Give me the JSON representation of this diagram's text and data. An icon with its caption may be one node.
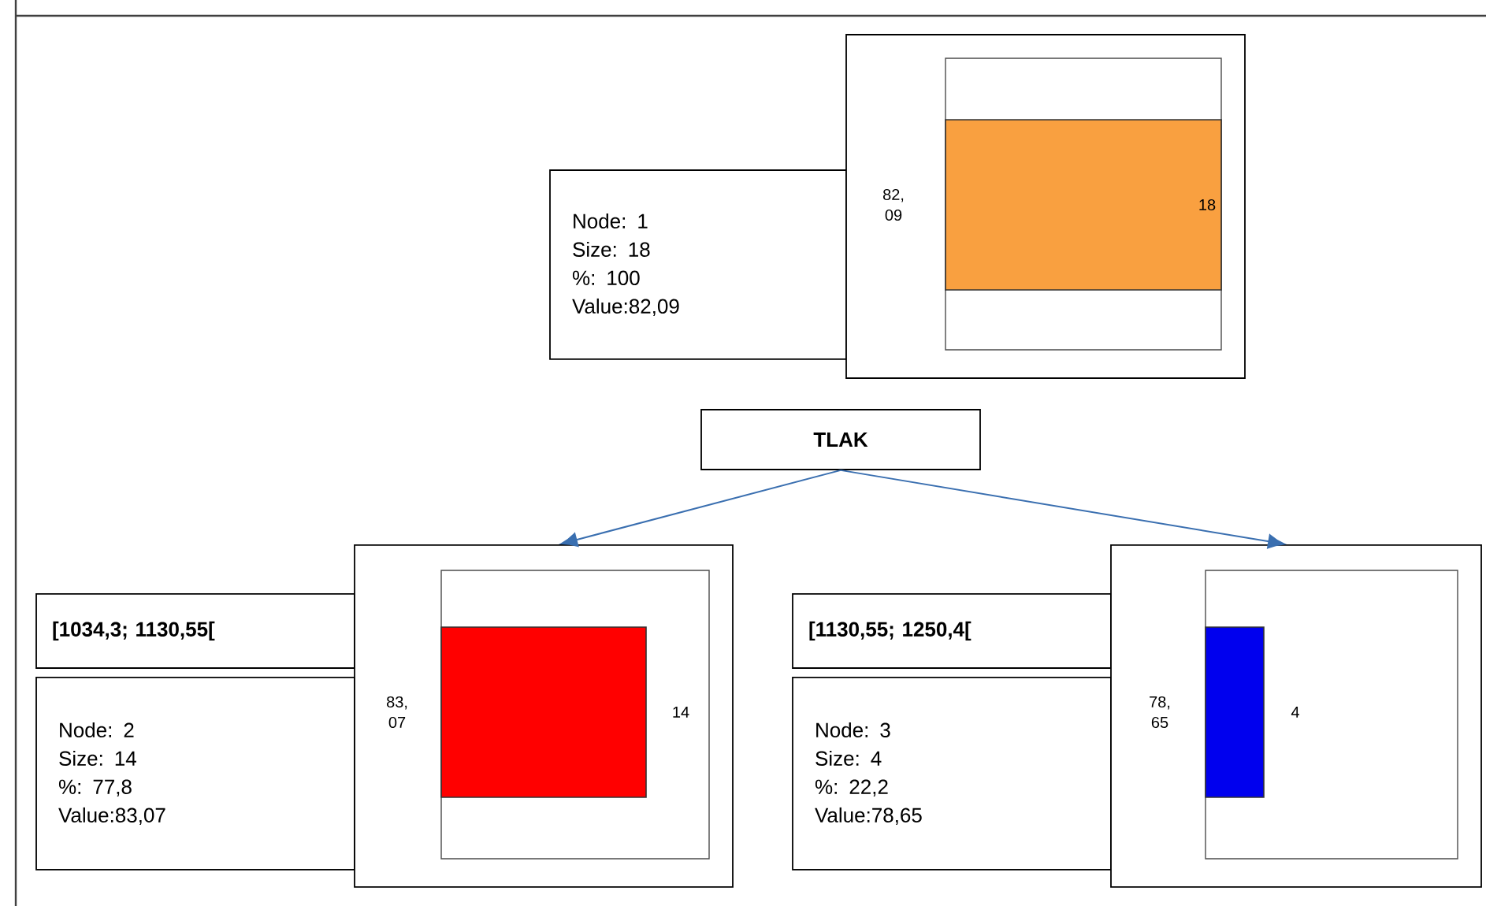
{
  "diagram": {
    "nodes": [
      {
        "text": [
          "Node: 1",
          "Size: 18",
          "%: 100",
          "Value:82,09"
        ]
      },
      {
        "text": [
          "82, 09",
          "18"
        ]
      },
      {
        "text": [
          "TLAK"
        ]
      },
      {
        "text": [
          "[1034,3; 1130,55["
        ]
      },
      {
        "text": [
          "Node: 2",
          "Size: 14",
          "%: 77,8",
          "Value:83,07"
        ]
      },
      {
        "text": [
          "83, 07",
          "14"
        ]
      },
      {
        "text": [
          "[1130,55; 1250,4["
        ]
      },
      {
        "text": [
          "Node: 3",
          "Size: 4",
          "%: 22,2",
          "Value:78,65"
        ]
      },
      {
        "text": [
          "78, 65",
          "4"
        ]
      }
    ],
    "edges": [
      {
        "from": 2,
        "to": 5,
        "arrow": "to"
      },
      {
        "from": 2,
        "to": 8,
        "arrow": "to"
      }
    ]
  }
}
